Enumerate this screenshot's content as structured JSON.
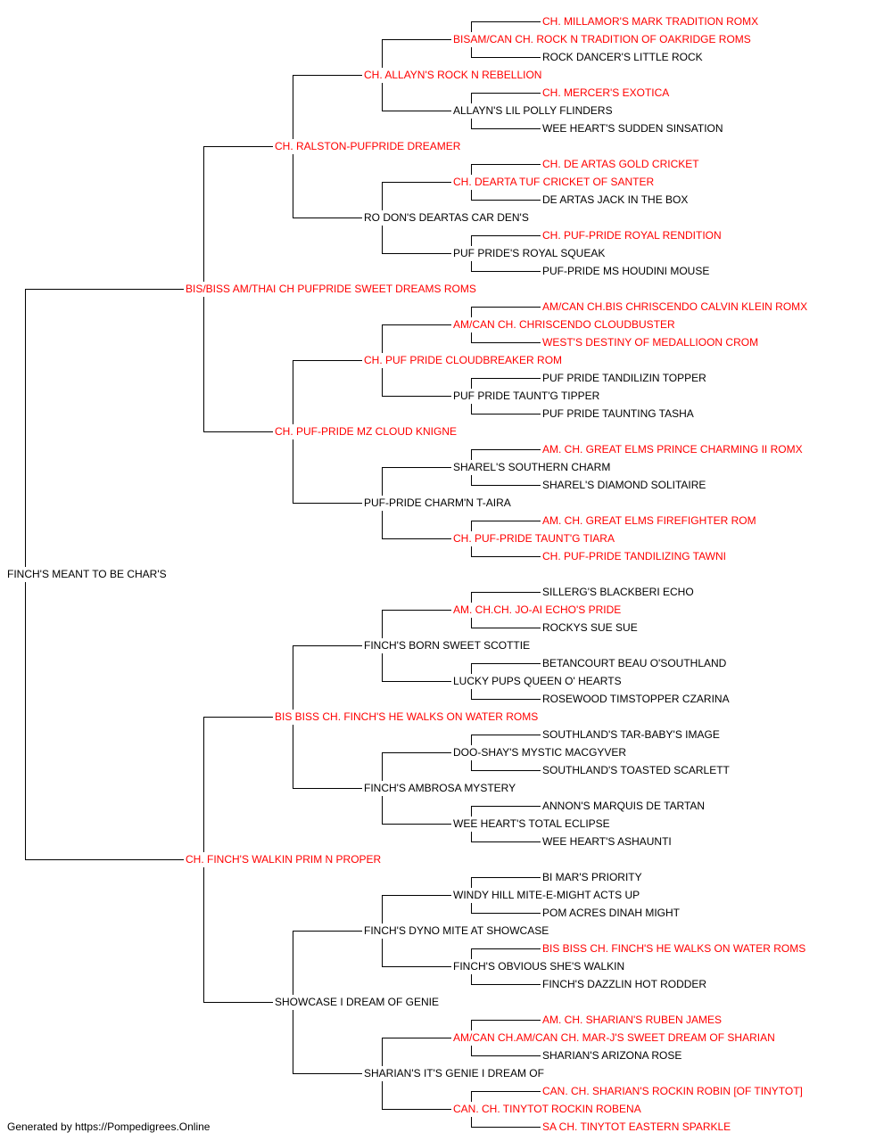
{
  "colors": {
    "champion": "#ff0000",
    "normal": "#000000",
    "line": "#000000"
  },
  "dog": {
    "name": "FINCH'S MEANT TO BE CHAR'S",
    "champion": false
  },
  "parents": [
    {
      "name": "BIS/BISS AM/THAI CH PUFPRIDE SWEET DREAMS ROMS",
      "champion": true
    },
    {
      "name": "CH. FINCH'S WALKIN PRIM N PROPER",
      "champion": true
    }
  ],
  "grandparents": [
    {
      "name": "CH. RALSTON-PUFPRIDE DREAMER",
      "champion": true
    },
    {
      "name": "CH. PUF-PRIDE MZ CLOUD KNIGNE",
      "champion": true
    },
    {
      "name": "BIS BISS CH. FINCH'S HE WALKS ON WATER ROMS",
      "champion": true
    },
    {
      "name": "SHOWCASE I DREAM OF GENIE",
      "champion": false
    }
  ],
  "great_grandparents": [
    {
      "name": "CH. ALLAYN'S ROCK N REBELLION",
      "champion": true
    },
    {
      "name": "RO DON'S DEARTAS CAR DEN'S",
      "champion": false
    },
    {
      "name": "CH. PUF PRIDE CLOUDBREAKER ROM",
      "champion": true
    },
    {
      "name": "PUF-PRIDE CHARM'N T-AIRA",
      "champion": false
    },
    {
      "name": "FINCH'S BORN SWEET SCOTTIE",
      "champion": false
    },
    {
      "name": "FINCH'S AMBROSA MYSTERY",
      "champion": false
    },
    {
      "name": "FINCH'S DYNO MITE AT SHOWCASE",
      "champion": false
    },
    {
      "name": "SHARIAN'S IT'S GENIE I DREAM OF",
      "champion": false
    }
  ],
  "gen4": [
    {
      "name": "BISAM/CAN CH. ROCK N TRADITION OF OAKRIDGE ROMS",
      "champion": true
    },
    {
      "name": "ALLAYN'S LIL POLLY FLINDERS",
      "champion": false
    },
    {
      "name": "CH. DEARTA TUF CRICKET OF SANTER",
      "champion": true
    },
    {
      "name": "PUF PRIDE'S ROYAL SQUEAK",
      "champion": false
    },
    {
      "name": "AM/CAN CH. CHRISCENDO CLOUDBUSTER",
      "champion": true
    },
    {
      "name": "PUF PRIDE TAUNT'G TIPPER",
      "champion": false
    },
    {
      "name": "SHAREL'S SOUTHERN CHARM",
      "champion": false
    },
    {
      "name": "CH. PUF-PRIDE TAUNT'G TIARA",
      "champion": true
    },
    {
      "name": "AM. CH.CH. JO-AI ECHO'S PRIDE",
      "champion": true
    },
    {
      "name": "LUCKY PUPS QUEEN O' HEARTS",
      "champion": false
    },
    {
      "name": "DOO-SHAY'S MYSTIC MACGYVER",
      "champion": false
    },
    {
      "name": "WEE HEART'S TOTAL ECLIPSE",
      "champion": false
    },
    {
      "name": "WINDY HILL MITE-E-MIGHT ACTS UP",
      "champion": false
    },
    {
      "name": "FINCH'S OBVIOUS SHE'S WALKIN",
      "champion": false
    },
    {
      "name": "AM/CAN CH.AM/CAN CH. MAR-J'S SWEET DREAM OF SHARIAN",
      "champion": true
    },
    {
      "name": "CAN. CH. TINYTOT ROCKIN ROBENA",
      "champion": true
    }
  ],
  "gen5": [
    {
      "name": "CH. MILLAMOR'S MARK TRADITION ROMX",
      "champion": true
    },
    {
      "name": "ROCK DANCER'S LITTLE ROCK",
      "champion": false
    },
    {
      "name": "CH. MERCER'S EXOTICA",
      "champion": true
    },
    {
      "name": "WEE HEART'S SUDDEN SINSATION",
      "champion": false
    },
    {
      "name": "CH. DE ARTAS GOLD CRICKET",
      "champion": true
    },
    {
      "name": "DE ARTAS JACK IN THE BOX",
      "champion": false
    },
    {
      "name": "CH. PUF-PRIDE ROYAL RENDITION",
      "champion": true
    },
    {
      "name": "PUF-PRIDE MS HOUDINI MOUSE",
      "champion": false
    },
    {
      "name": "AM/CAN CH.BIS CHRISCENDO CALVIN KLEIN ROMX",
      "champion": true
    },
    {
      "name": "WEST'S DESTINY OF MEDALLIOON CROM",
      "champion": true
    },
    {
      "name": "PUF PRIDE TANDILIZIN TOPPER",
      "champion": false
    },
    {
      "name": "PUF PRIDE TAUNTING TASHA",
      "champion": false
    },
    {
      "name": "AM. CH. GREAT ELMS PRINCE CHARMING II ROMX",
      "champion": true
    },
    {
      "name": "SHAREL'S DIAMOND SOLITAIRE",
      "champion": false
    },
    {
      "name": "AM. CH. GREAT ELMS FIREFIGHTER ROM",
      "champion": true
    },
    {
      "name": "CH. PUF-PRIDE TANDILIZING TAWNI",
      "champion": true
    },
    {
      "name": "SILLERG'S BLACKBERI ECHO",
      "champion": false
    },
    {
      "name": "ROCKYS SUE SUE",
      "champion": false
    },
    {
      "name": "BETANCOURT BEAU O'SOUTHLAND",
      "champion": false
    },
    {
      "name": "ROSEWOOD TIMSTOPPER CZARINA",
      "champion": false
    },
    {
      "name": "SOUTHLAND'S TAR-BABY'S IMAGE",
      "champion": false
    },
    {
      "name": "SOUTHLAND'S TOASTED SCARLETT",
      "champion": false
    },
    {
      "name": "ANNON'S MARQUIS DE TARTAN",
      "champion": false
    },
    {
      "name": "WEE HEART'S ASHAUNTI",
      "champion": false
    },
    {
      "name": "BI MAR'S PRIORITY",
      "champion": false
    },
    {
      "name": "POM ACRES DINAH MIGHT",
      "champion": false
    },
    {
      "name": "BIS BISS CH. FINCH'S HE WALKS ON WATER ROMS",
      "champion": true
    },
    {
      "name": "FINCH'S DAZZLIN HOT RODDER",
      "champion": false
    },
    {
      "name": "AM. CH. SHARIAN'S RUBEN JAMES",
      "champion": true
    },
    {
      "name": "SHARIAN'S ARIZONA ROSE",
      "champion": false
    },
    {
      "name": "CAN. CH. SHARIAN'S ROCKIN ROBIN [OF TINYTOT]",
      "champion": true
    },
    {
      "name": "SA CH. TINYTOT EASTERN SPARKLE",
      "champion": true
    }
  ],
  "footer": "Generated by https://Pompedigrees.Online"
}
